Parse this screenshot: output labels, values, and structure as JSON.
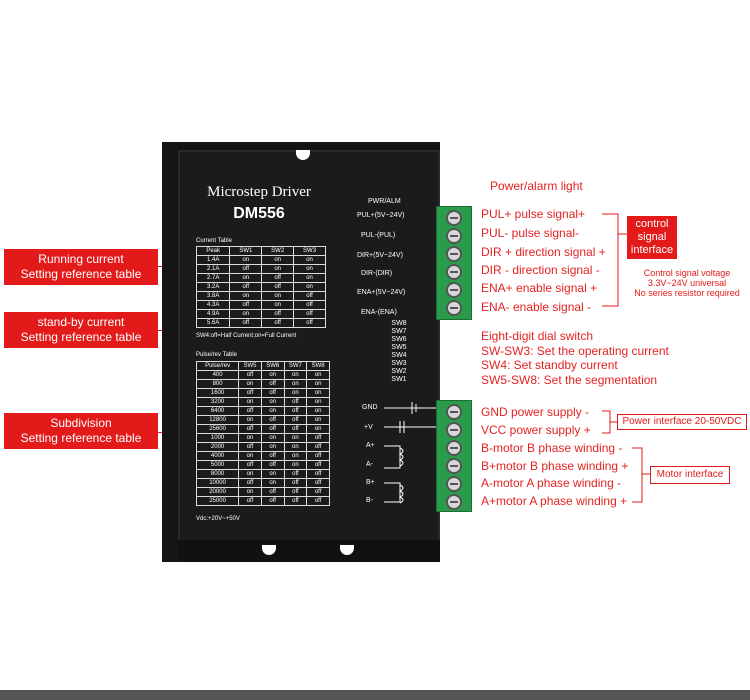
{
  "device": {
    "title": "Microstep Driver",
    "model": "DM556",
    "current_table": {
      "caption": "Current Table",
      "headers": [
        "Peak",
        "SW1",
        "SW2",
        "SW3"
      ],
      "rows": [
        [
          "1.4A",
          "on",
          "on",
          "on"
        ],
        [
          "2.1A",
          "off",
          "on",
          "on"
        ],
        [
          "2.7A",
          "on",
          "off",
          "on"
        ],
        [
          "3.2A",
          "off",
          "off",
          "on"
        ],
        [
          "3.8A",
          "on",
          "on",
          "off"
        ],
        [
          "4.3A",
          "off",
          "on",
          "off"
        ],
        [
          "4.9A",
          "on",
          "off",
          "off"
        ],
        [
          "5.6A",
          "off",
          "off",
          "off"
        ]
      ],
      "note": "SW4:off=Half Current;on=Full Current"
    },
    "pulse_table": {
      "caption": "Pulse/rev Table",
      "headers": [
        "Pulse/rev",
        "SW5",
        "SW6",
        "SW7",
        "SW8"
      ],
      "rows": [
        [
          "400",
          "off",
          "on",
          "on",
          "on"
        ],
        [
          "800",
          "on",
          "off",
          "on",
          "on"
        ],
        [
          "1600",
          "off",
          "off",
          "on",
          "on"
        ],
        [
          "3200",
          "on",
          "on",
          "off",
          "on"
        ],
        [
          "6400",
          "off",
          "on",
          "off",
          "on"
        ],
        [
          "12800",
          "on",
          "off",
          "off",
          "on"
        ],
        [
          "25600",
          "off",
          "off",
          "off",
          "on"
        ],
        [
          "1000",
          "on",
          "on",
          "on",
          "off"
        ],
        [
          "2000",
          "off",
          "on",
          "on",
          "off"
        ],
        [
          "4000",
          "on",
          "off",
          "on",
          "off"
        ],
        [
          "5000",
          "off",
          "off",
          "on",
          "off"
        ],
        [
          "8000",
          "on",
          "on",
          "off",
          "off"
        ],
        [
          "10000",
          "off",
          "on",
          "off",
          "off"
        ],
        [
          "20000",
          "on",
          "off",
          "off",
          "off"
        ],
        [
          "25000",
          "off",
          "off",
          "off",
          "off"
        ]
      ],
      "vdc": "Vdc:+20V~+50V"
    },
    "pins": {
      "pwr_alm": "PWR/ALM",
      "signal": [
        "PUL+(5V~24V)",
        "PUL-(PUL)",
        "DIR+(5V~24V)",
        "DIR-(DIR)",
        "ENA+(5V~24V)",
        "ENA-(ENA)"
      ],
      "switches": [
        "SW8",
        "SW7",
        "SW6",
        "SW5",
        "SW4",
        "SW3",
        "SW2",
        "SW1"
      ],
      "power": [
        "GND",
        "+V",
        "A+",
        "A-",
        "B+",
        "B-"
      ]
    }
  },
  "left_labels": [
    {
      "line1": "Running current",
      "line2": "Setting reference table"
    },
    {
      "line1": "stand-by current",
      "line2": "Setting reference table"
    },
    {
      "line1": "Subdivision",
      "line2": "Setting reference table"
    }
  ],
  "right": {
    "power_alarm": "Power/alarm light",
    "signals": [
      "PUL+ pulse signal+",
      "PUL- pulse signal-",
      "DIR + direction signal +",
      "DIR - direction signal -",
      "ENA+ enable signal +",
      "ENA- enable signal -"
    ],
    "control_box": "control signal interface",
    "control_note": [
      "Control signal voltage",
      "3.3V~24V universal",
      "No series resistor required"
    ],
    "dial_title": "Eight-digit dial switch",
    "dial_lines": [
      "SW-SW3: Set the operating current",
      "SW4: Set standby current",
      "SW5-SW8: Set the segmentation"
    ],
    "power_lines": [
      "GND power supply -",
      "VCC power supply +"
    ],
    "power_box": "Power interface 20-50VDC",
    "motor_lines": [
      "B-motor B phase winding -",
      "B+motor B phase winding +",
      "A-motor A phase winding -",
      "A+motor A phase winding +"
    ],
    "motor_box": "Motor interface"
  },
  "colors": {
    "accent_red": "#e31a1a",
    "terminal_green": "#2a9b4a",
    "device_black": "#1b1b1b"
  }
}
